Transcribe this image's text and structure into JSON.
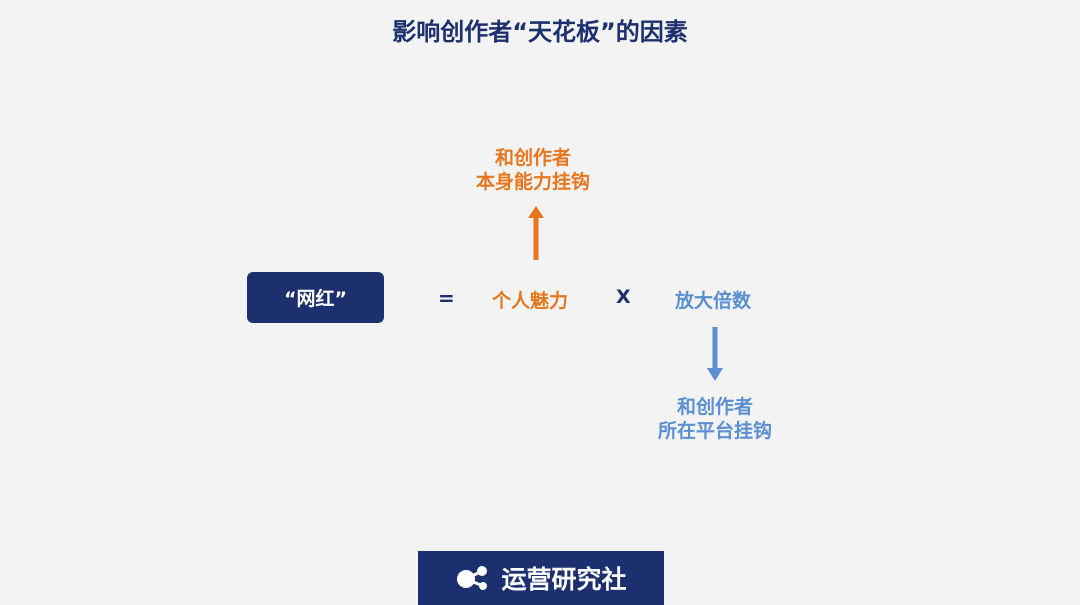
{
  "title": "影响创作者“天花板”的因素",
  "formula": {
    "subject": "“网红”",
    "equals": "=",
    "factor1": "个人魅力",
    "times": "X",
    "factor2": "放大倍数"
  },
  "notes": {
    "factor1": [
      "和创作者",
      "本身能力挂钩"
    ],
    "factor2": [
      "和创作者",
      "所在平台挂钩"
    ]
  },
  "footer": {
    "brand": "运营研究社",
    "logo_icon": "molecule-icon"
  },
  "colors": {
    "navy": "#1c2f6e",
    "orange": "#e8761f",
    "blue": "#5b8fd2",
    "background": "#f3f3f3"
  }
}
